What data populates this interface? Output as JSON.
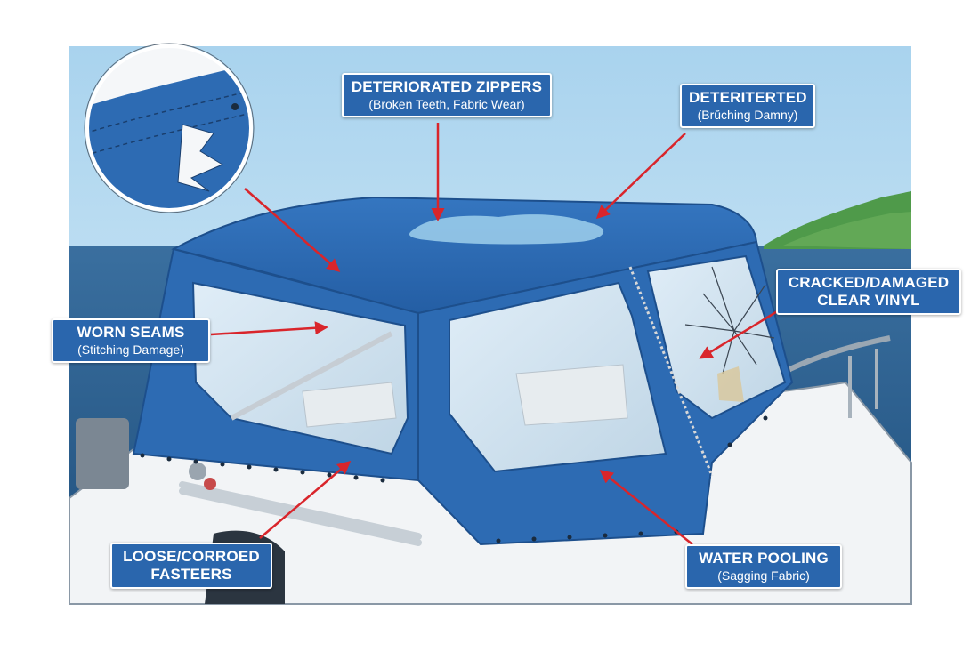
{
  "callouts": {
    "zippers": {
      "title": "DETERIORATED ZIPPERS",
      "subtitle": "(Broken Teeth, Fabric Wear)"
    },
    "deteriorated": {
      "title": "DETERITERTED",
      "subtitle": "(Brŭching Damny)"
    },
    "vinyl": {
      "line1": "CRACKED/DAMAGED",
      "line2": "CLEAR VINYL"
    },
    "seams": {
      "title": "WORN SEAMS",
      "subtitle": "(Stitching Damage)"
    },
    "fasteners": {
      "line1": "LOOSE/CORROED",
      "line2": "FASTEERS"
    },
    "pooling": {
      "title": "WATER POOLING",
      "subtitle": "(Sagging Fabric)"
    }
  },
  "colors": {
    "canvas_blue": "#2d6bb3",
    "label_blue": "#2a66ad",
    "arrow_red": "#d9252b",
    "sky": "#bfe0f3",
    "sea": "#2f5f8f",
    "hull": "#f2f4f6",
    "hill": "#4f9a4a"
  }
}
